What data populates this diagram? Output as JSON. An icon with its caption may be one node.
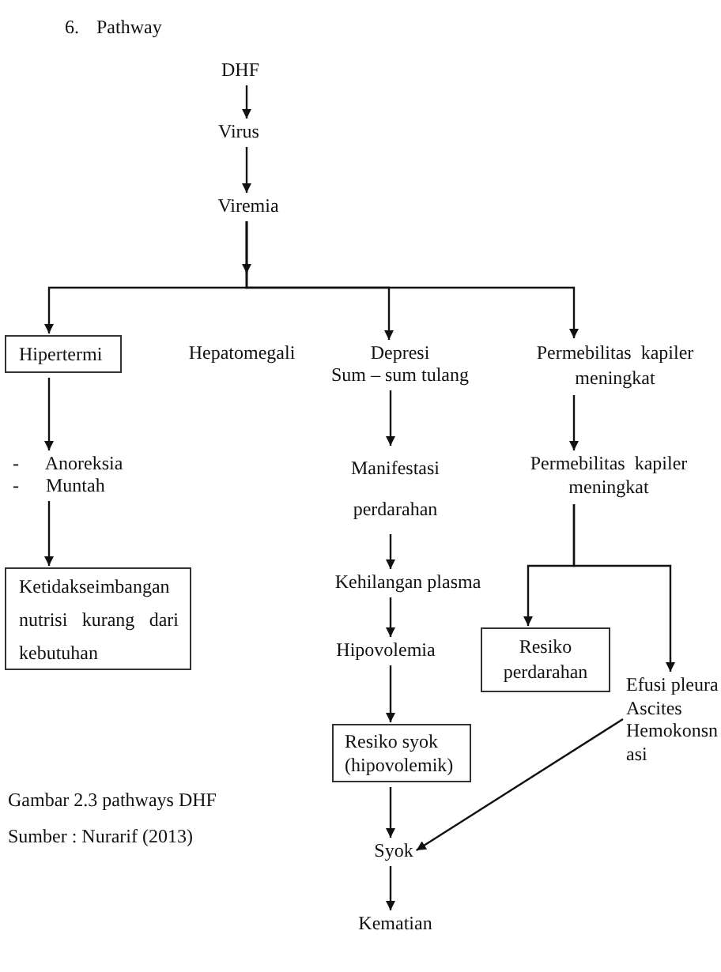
{
  "diagram": {
    "title": "6. Pathway",
    "caption": "Gambar 2.3 pathways DHF",
    "nodes": [
      {
        "text": [
          "DHF"
        ]
      },
      {
        "text": [
          "Virus"
        ]
      },
      {
        "text": [
          "Viremia"
        ]
      },
      {
        "text": [
          "Hipertermi"
        ]
      },
      {
        "text": [
          "Hepatomegali"
        ]
      },
      {
        "text": [
          "Depresi Sum – sum tulang"
        ]
      },
      {
        "text": [
          "Permebilitas kapiler meningkat"
        ]
      },
      {
        "text": [
          "- Anoreksia",
          "- Muntah"
        ]
      },
      {
        "text": [
          "Manifestasi perdarahan"
        ]
      },
      {
        "text": [
          "Permebilitas kapiler meningkat"
        ]
      },
      {
        "text": [
          "Kehilangan plasma"
        ]
      },
      {
        "text": [
          "Ketidakseimbangan nutrisi kurang dari kebutuhan"
        ]
      },
      {
        "text": [
          "Hipovolemia"
        ]
      },
      {
        "text": [
          "Resiko perdarahan"
        ]
      },
      {
        "text": [
          "Efusi pleura",
          "Ascites",
          "Hemokonsnasi"
        ]
      },
      {
        "text": [
          "Resiko syok (hipovolemik)"
        ]
      },
      {
        "text": [
          "Syok"
        ]
      },
      {
        "text": [
          "Kematian"
        ]
      }
    ],
    "edges": [
      {
        "from": 0,
        "to": 1,
        "arrow": "to"
      },
      {
        "from": 1,
        "to": 2,
        "arrow": "to"
      },
      {
        "from": 2,
        "to": 3,
        "arrow": "to"
      },
      {
        "from": 2,
        "to": 5,
        "arrow": "to"
      },
      {
        "from": 2,
        "to": 6,
        "arrow": "to"
      },
      {
        "from": 3,
        "to": 7,
        "arrow": "to"
      },
      {
        "from": 7,
        "to": 11,
        "arrow": "to"
      },
      {
        "from": 5,
        "to": 8,
        "arrow": "to"
      },
      {
        "from": 8,
        "to": 10,
        "arrow": "to"
      },
      {
        "from": 10,
        "to": 12,
        "arrow": "to"
      },
      {
        "from": 12,
        "to": 15,
        "arrow": "to"
      },
      {
        "from": 15,
        "to": 16,
        "arrow": "to"
      },
      {
        "from": 16,
        "to": 17,
        "arrow": "to"
      },
      {
        "from": 6,
        "to": 9,
        "arrow": "to"
      },
      {
        "from": 9,
        "to": 13,
        "arrow": "to"
      },
      {
        "from": 9,
        "to": 14,
        "arrow": "to"
      },
      {
        "from": 14,
        "to": 16,
        "arrow": "to"
      }
    ],
    "labels": [
      "Sumber : Nurarif (2013)"
    ]
  }
}
